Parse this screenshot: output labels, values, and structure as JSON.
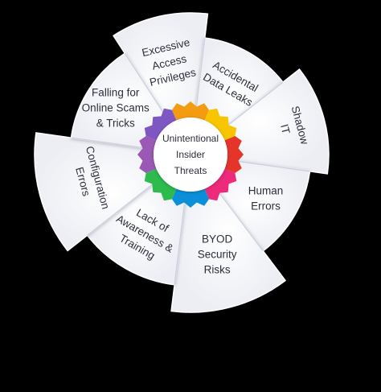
{
  "center": {
    "lines": [
      "Unintentional",
      "Insider",
      "Threats"
    ]
  },
  "segments": [
    {
      "lines": [
        "Excessive",
        "Access",
        "Privileges"
      ]
    },
    {
      "lines": [
        "Accidental",
        "Data Leaks"
      ]
    },
    {
      "lines": [
        "Shadow",
        "IT"
      ]
    },
    {
      "lines": [
        "Human",
        "Errors"
      ]
    },
    {
      "lines": [
        "BYOD",
        "Security",
        "Risks"
      ]
    },
    {
      "lines": [
        "Lack of",
        "Awareness &",
        "Training"
      ]
    },
    {
      "lines": [
        "Configuration",
        "Errors"
      ]
    },
    {
      "lines": [
        "Falling for",
        "Online Scams",
        "& Tricks"
      ]
    }
  ],
  "colors": {
    "background": "#000000",
    "panel": "#f7f8fb",
    "divider": "#c9d0e0",
    "text": "#2b2f3a",
    "ring": [
      "#f39c12",
      "#f7c600",
      "#e5352b",
      "#ee2a7b",
      "#0b8fd8",
      "#2dbb4e",
      "#9b59b6",
      "#7e57c2"
    ]
  }
}
